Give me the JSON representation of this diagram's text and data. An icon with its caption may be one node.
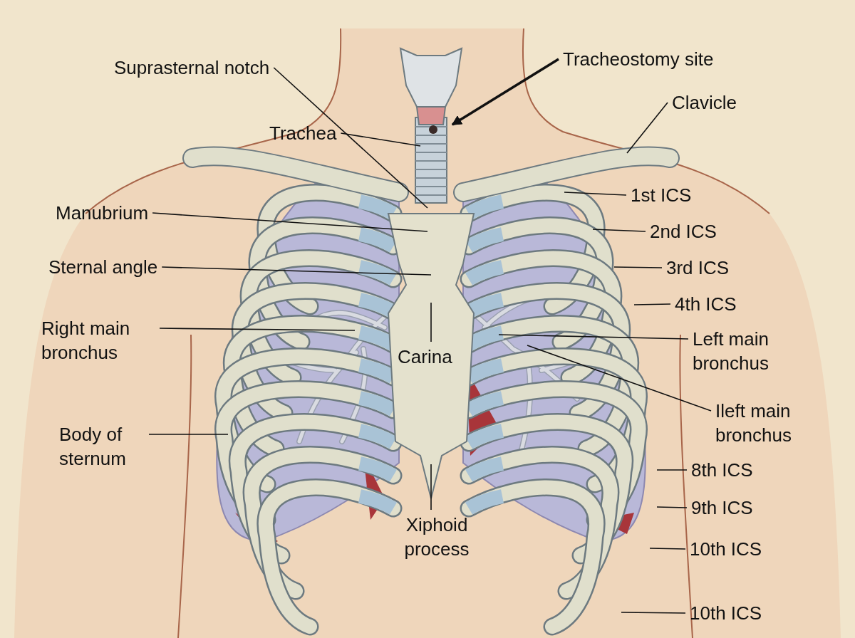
{
  "diagram": {
    "nodes": [
      {
        "text": [
          "Suprasternal notch"
        ]
      },
      {
        "text": [
          "Tracheostomy site"
        ]
      },
      {
        "text": [
          "Trachea"
        ]
      },
      {
        "text": [
          "Clavicle"
        ]
      },
      {
        "text": [
          "1st ICS"
        ]
      },
      {
        "text": [
          "Manubrium"
        ]
      },
      {
        "text": [
          "2nd ICS"
        ]
      },
      {
        "text": [
          "Sternal angle"
        ]
      },
      {
        "text": [
          "3rd ICS"
        ]
      },
      {
        "text": [
          "4th ICS"
        ]
      },
      {
        "text": [
          "Right main bronchus"
        ]
      },
      {
        "text": [
          "Carina"
        ]
      },
      {
        "text": [
          "Left main bronchus"
        ]
      },
      {
        "text": [
          "Ileft main bronchus"
        ]
      },
      {
        "text": [
          "Body of sternum"
        ]
      },
      {
        "text": [
          "8th ICS"
        ]
      },
      {
        "text": [
          "Xiphoid process"
        ]
      },
      {
        "text": [
          "9th ICS"
        ]
      },
      {
        "text": [
          "10th ICS"
        ]
      },
      {
        "text": [
          "10th ICS"
        ]
      }
    ],
    "edges": [
      {
        "from": 0,
        "to": null,
        "arrow": "none"
      },
      {
        "from": 1,
        "to": null,
        "arrow": "to",
        "style": "thick"
      },
      {
        "from": 2,
        "to": null,
        "arrow": "none"
      },
      {
        "from": 3,
        "to": null,
        "arrow": "none"
      },
      {
        "from": 4,
        "to": null,
        "arrow": "none"
      },
      {
        "from": 5,
        "to": null,
        "arrow": "none"
      },
      {
        "from": 6,
        "to": null,
        "arrow": "none"
      },
      {
        "from": 7,
        "to": null,
        "arrow": "none"
      },
      {
        "from": 8,
        "to": null,
        "arrow": "none"
      },
      {
        "from": 9,
        "to": null,
        "arrow": "none"
      },
      {
        "from": 10,
        "to": null,
        "arrow": "none"
      },
      {
        "from": 11,
        "to": null,
        "arrow": "none"
      },
      {
        "from": 12,
        "to": null,
        "arrow": "none"
      },
      {
        "from": 13,
        "to": null,
        "arrow": "none"
      },
      {
        "from": 14,
        "to": null,
        "arrow": "none"
      },
      {
        "from": 15,
        "to": null,
        "arrow": "none"
      },
      {
        "from": 16,
        "to": null,
        "arrow": "none"
      },
      {
        "from": 17,
        "to": null,
        "arrow": "none"
      },
      {
        "from": 18,
        "to": null,
        "arrow": "none"
      },
      {
        "from": 19,
        "to": null,
        "arrow": "none"
      }
    ]
  }
}
